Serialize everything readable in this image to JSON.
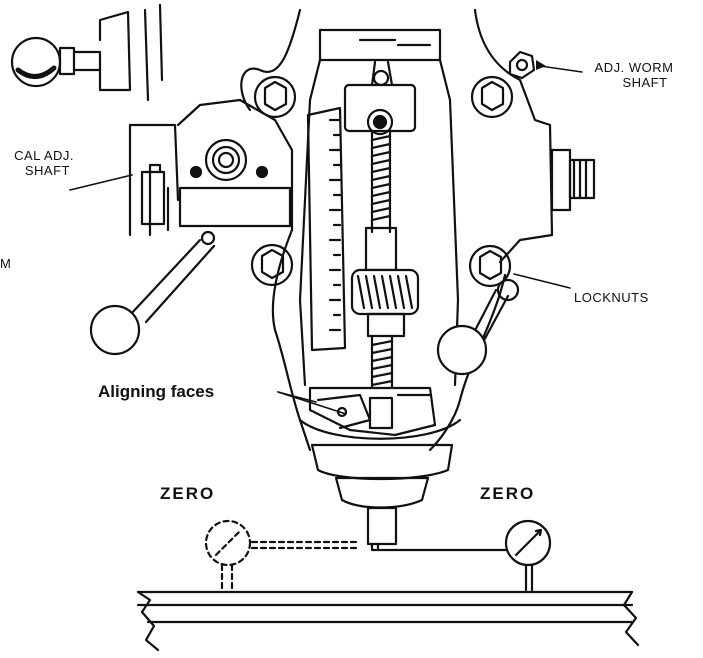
{
  "labels": {
    "vertical_adj_line1": "CAL ADJ.",
    "vertical_adj_line2": "SHAFT",
    "partial_m": "M",
    "adj_worm_line1": "ADJ. WORM",
    "adj_worm_line2": "SHAFT",
    "locknuts": "LOCKNUTS",
    "aligning_faces": "Aligning faces",
    "zero_left": "ZERO",
    "zero_right": "ZERO"
  },
  "colors": {
    "ink": "#111111",
    "paper": "#ffffff"
  }
}
